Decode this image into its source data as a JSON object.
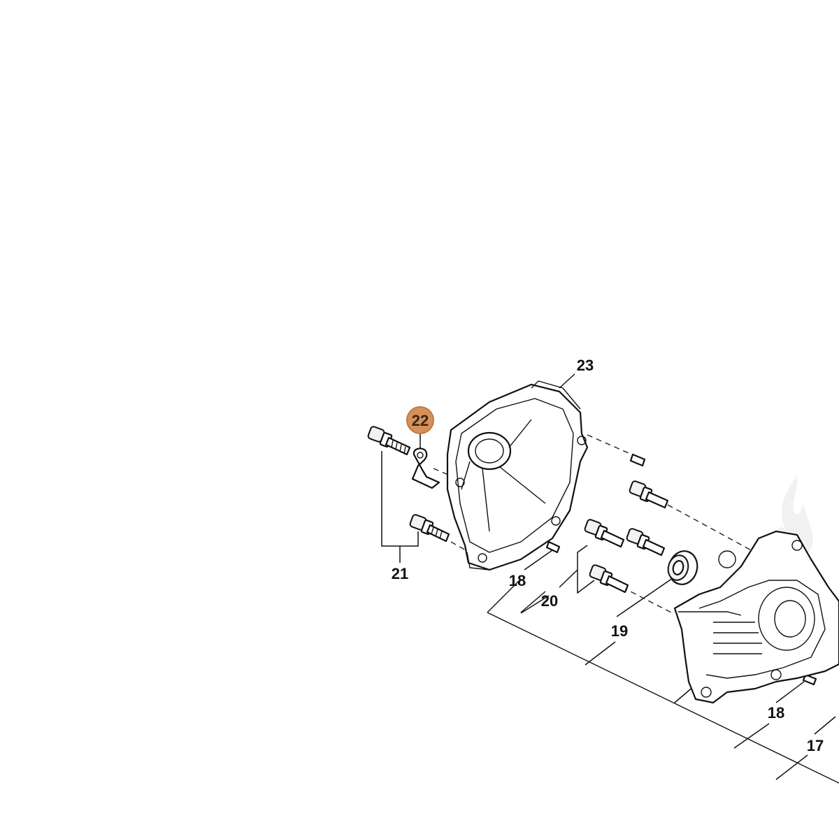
{
  "diagram": {
    "callouts": {
      "c17": "17",
      "c18a": "18",
      "c18b": "18",
      "c19": "19",
      "c20": "20",
      "c21": "21",
      "c22": "22",
      "c23": "23"
    },
    "highlight_color": "#d4915c",
    "highlight_border": "#c27a3c"
  }
}
